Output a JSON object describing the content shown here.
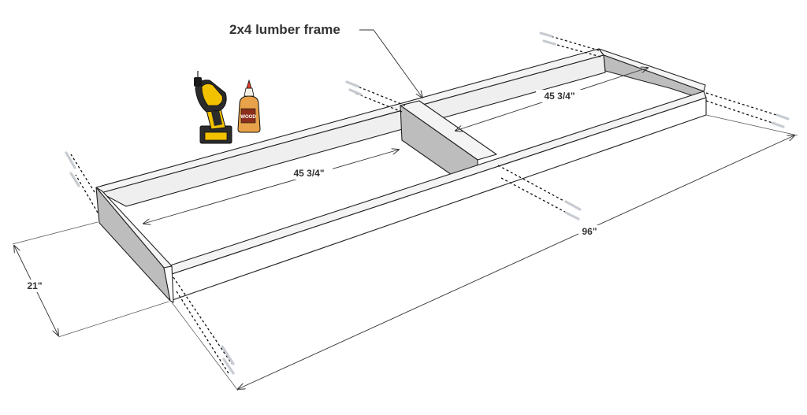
{
  "diagram": {
    "title_label": "2x4 lumber frame",
    "dimensions": {
      "length": "96\"",
      "width": "21\"",
      "left_span": "45 3/4\"",
      "right_span": "45 3/4\""
    },
    "tools": {
      "drill": "cordless-drill-icon",
      "glue": "wood-glue-bottle-icon",
      "glue_label": "WOOD"
    },
    "colors": {
      "board_top": "#f4f4f4",
      "board_shade": "#bdbdbd",
      "drill_yellow": "#f2c200",
      "glue_orange": "#e8a24a"
    }
  }
}
